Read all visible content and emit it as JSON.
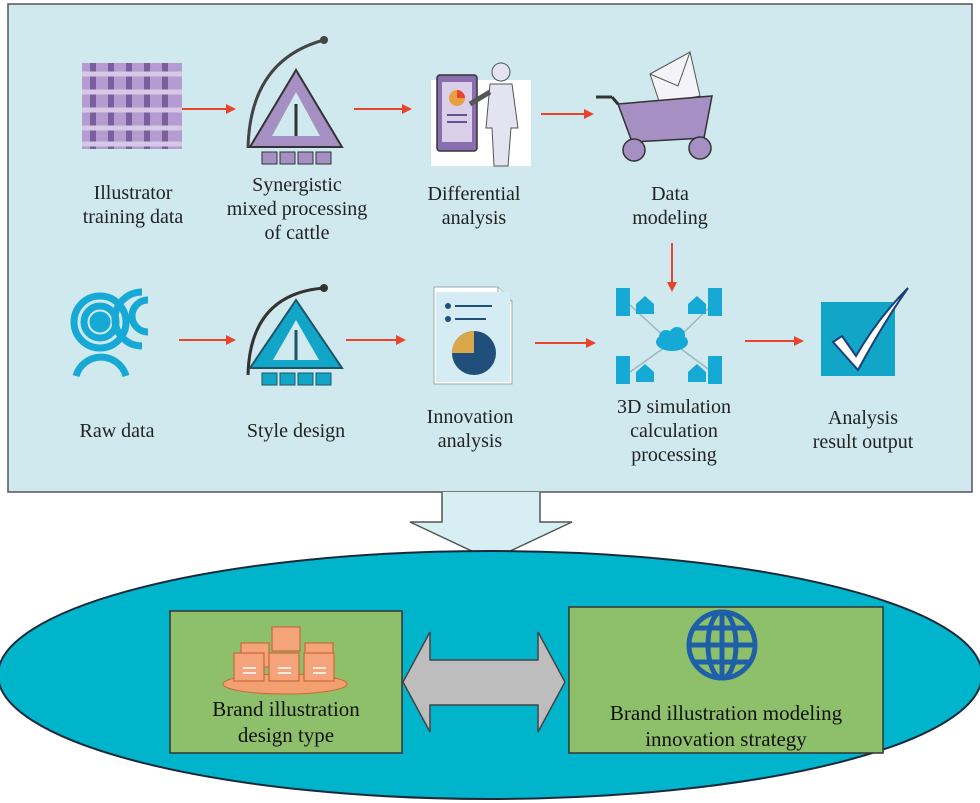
{
  "colors": {
    "panel_fill": "#cfe9ee",
    "panel_stroke": "#555555",
    "arrow_red": "#e8452c",
    "ellipse_fill": "#00b4cc",
    "box_green": "#8ec06c",
    "purple": "#a58fc3",
    "teal": "#11a6c7"
  },
  "top_row": [
    {
      "id": "illustrator-training-data",
      "icon": "woven-grid-icon",
      "label": "Illustrator\ntraining data"
    },
    {
      "id": "synergistic-processing",
      "icon": "triangle-dial-icon",
      "label": "Synergistic\nmixed processing\nof cattle"
    },
    {
      "id": "differential-analysis",
      "icon": "presenter-icon",
      "label": "Differential\nanalysis"
    },
    {
      "id": "data-modeling",
      "icon": "cart-mail-icon",
      "label": "Data\nmodeling"
    }
  ],
  "bottom_row": [
    {
      "id": "raw-data",
      "icon": "ripple-circles-icon",
      "label": "Raw data"
    },
    {
      "id": "style-design",
      "icon": "triangle-dial-icon",
      "label": "Style design"
    },
    {
      "id": "innovation-analysis",
      "icon": "report-pie-icon",
      "label": "Innovation\nanalysis"
    },
    {
      "id": "3d-simulation",
      "icon": "cloud-network-icon",
      "label": "3D simulation\ncalculation\nprocessing"
    },
    {
      "id": "analysis-output",
      "icon": "checkmark-icon",
      "label": "Analysis\nresult output"
    }
  ],
  "result_boxes": {
    "left": {
      "icon": "org-boxes-icon",
      "label": "Brand illustration\ndesign type"
    },
    "right": {
      "icon": "globe-icon",
      "label": "Brand illustration modeling\ninnovation strategy"
    }
  }
}
